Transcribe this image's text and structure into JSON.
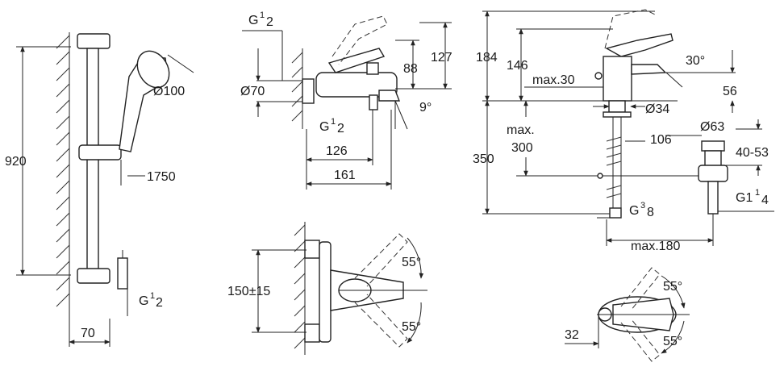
{
  "shower_set": {
    "height_920": "920",
    "dia_100": "Ø100",
    "hose_1750": "1750",
    "thread": "G",
    "thread_num": "1",
    "thread_den": "2",
    "depth_70": "70"
  },
  "bath_mixer": {
    "thread_top": "G",
    "thread_top_num": "1",
    "thread_top_den": "2",
    "dia_70": "Ø70",
    "h_88": "88",
    "h_127": "127",
    "angle_9": "9°",
    "thread_bot": "G",
    "thread_bot_num": "1",
    "thread_bot_den": "2",
    "d_126": "126",
    "d_161": "161",
    "center_150": "150±15",
    "angle_top": "55°",
    "angle_bot": "55°"
  },
  "basin_mixer": {
    "h_184": "184",
    "h_146": "146",
    "max_30": "max.30",
    "angle_30": "30°",
    "h_56": "56",
    "dia_34": "Ø34",
    "max_label": "max.",
    "max_300": "300",
    "d_106": "106",
    "dia_63": "Ø63",
    "range_40_53": "40-53",
    "h_350": "350",
    "g_thread": "G",
    "g_thread_num": "3",
    "g_thread_den": "8",
    "g1_thread": "G1",
    "g1_num": "1",
    "g1_den": "4",
    "max_180": "max.180",
    "d_32": "32",
    "angle_top": "55°",
    "angle_bot": "55°"
  }
}
